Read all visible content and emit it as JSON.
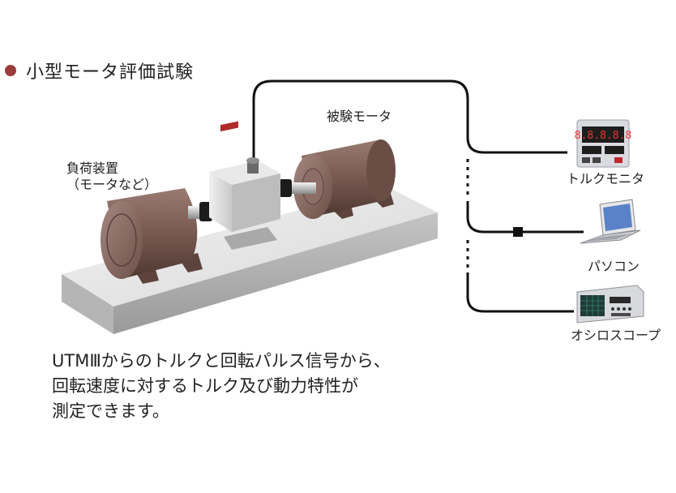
{
  "heading": {
    "text": "小型モータ評価試験",
    "bullet_color": "#9c3b3b"
  },
  "labels": {
    "load_line1": "負荷装置",
    "load_line2": "（モータなど）",
    "motor_under_test": "被験モータ",
    "torque_monitor": "トルクモニタ",
    "pc": "パソコン",
    "oscilloscope": "オシロスコープ"
  },
  "description": [
    "UTMⅢからのトルクと回転パルス信号から、",
    "回転速度に対するトルク及び動力特性が",
    "測定できます。"
  ],
  "colors": {
    "motor_body": "#7b5c53",
    "base": "#dedede",
    "line": "#111111",
    "screen": "#5a82c8"
  }
}
